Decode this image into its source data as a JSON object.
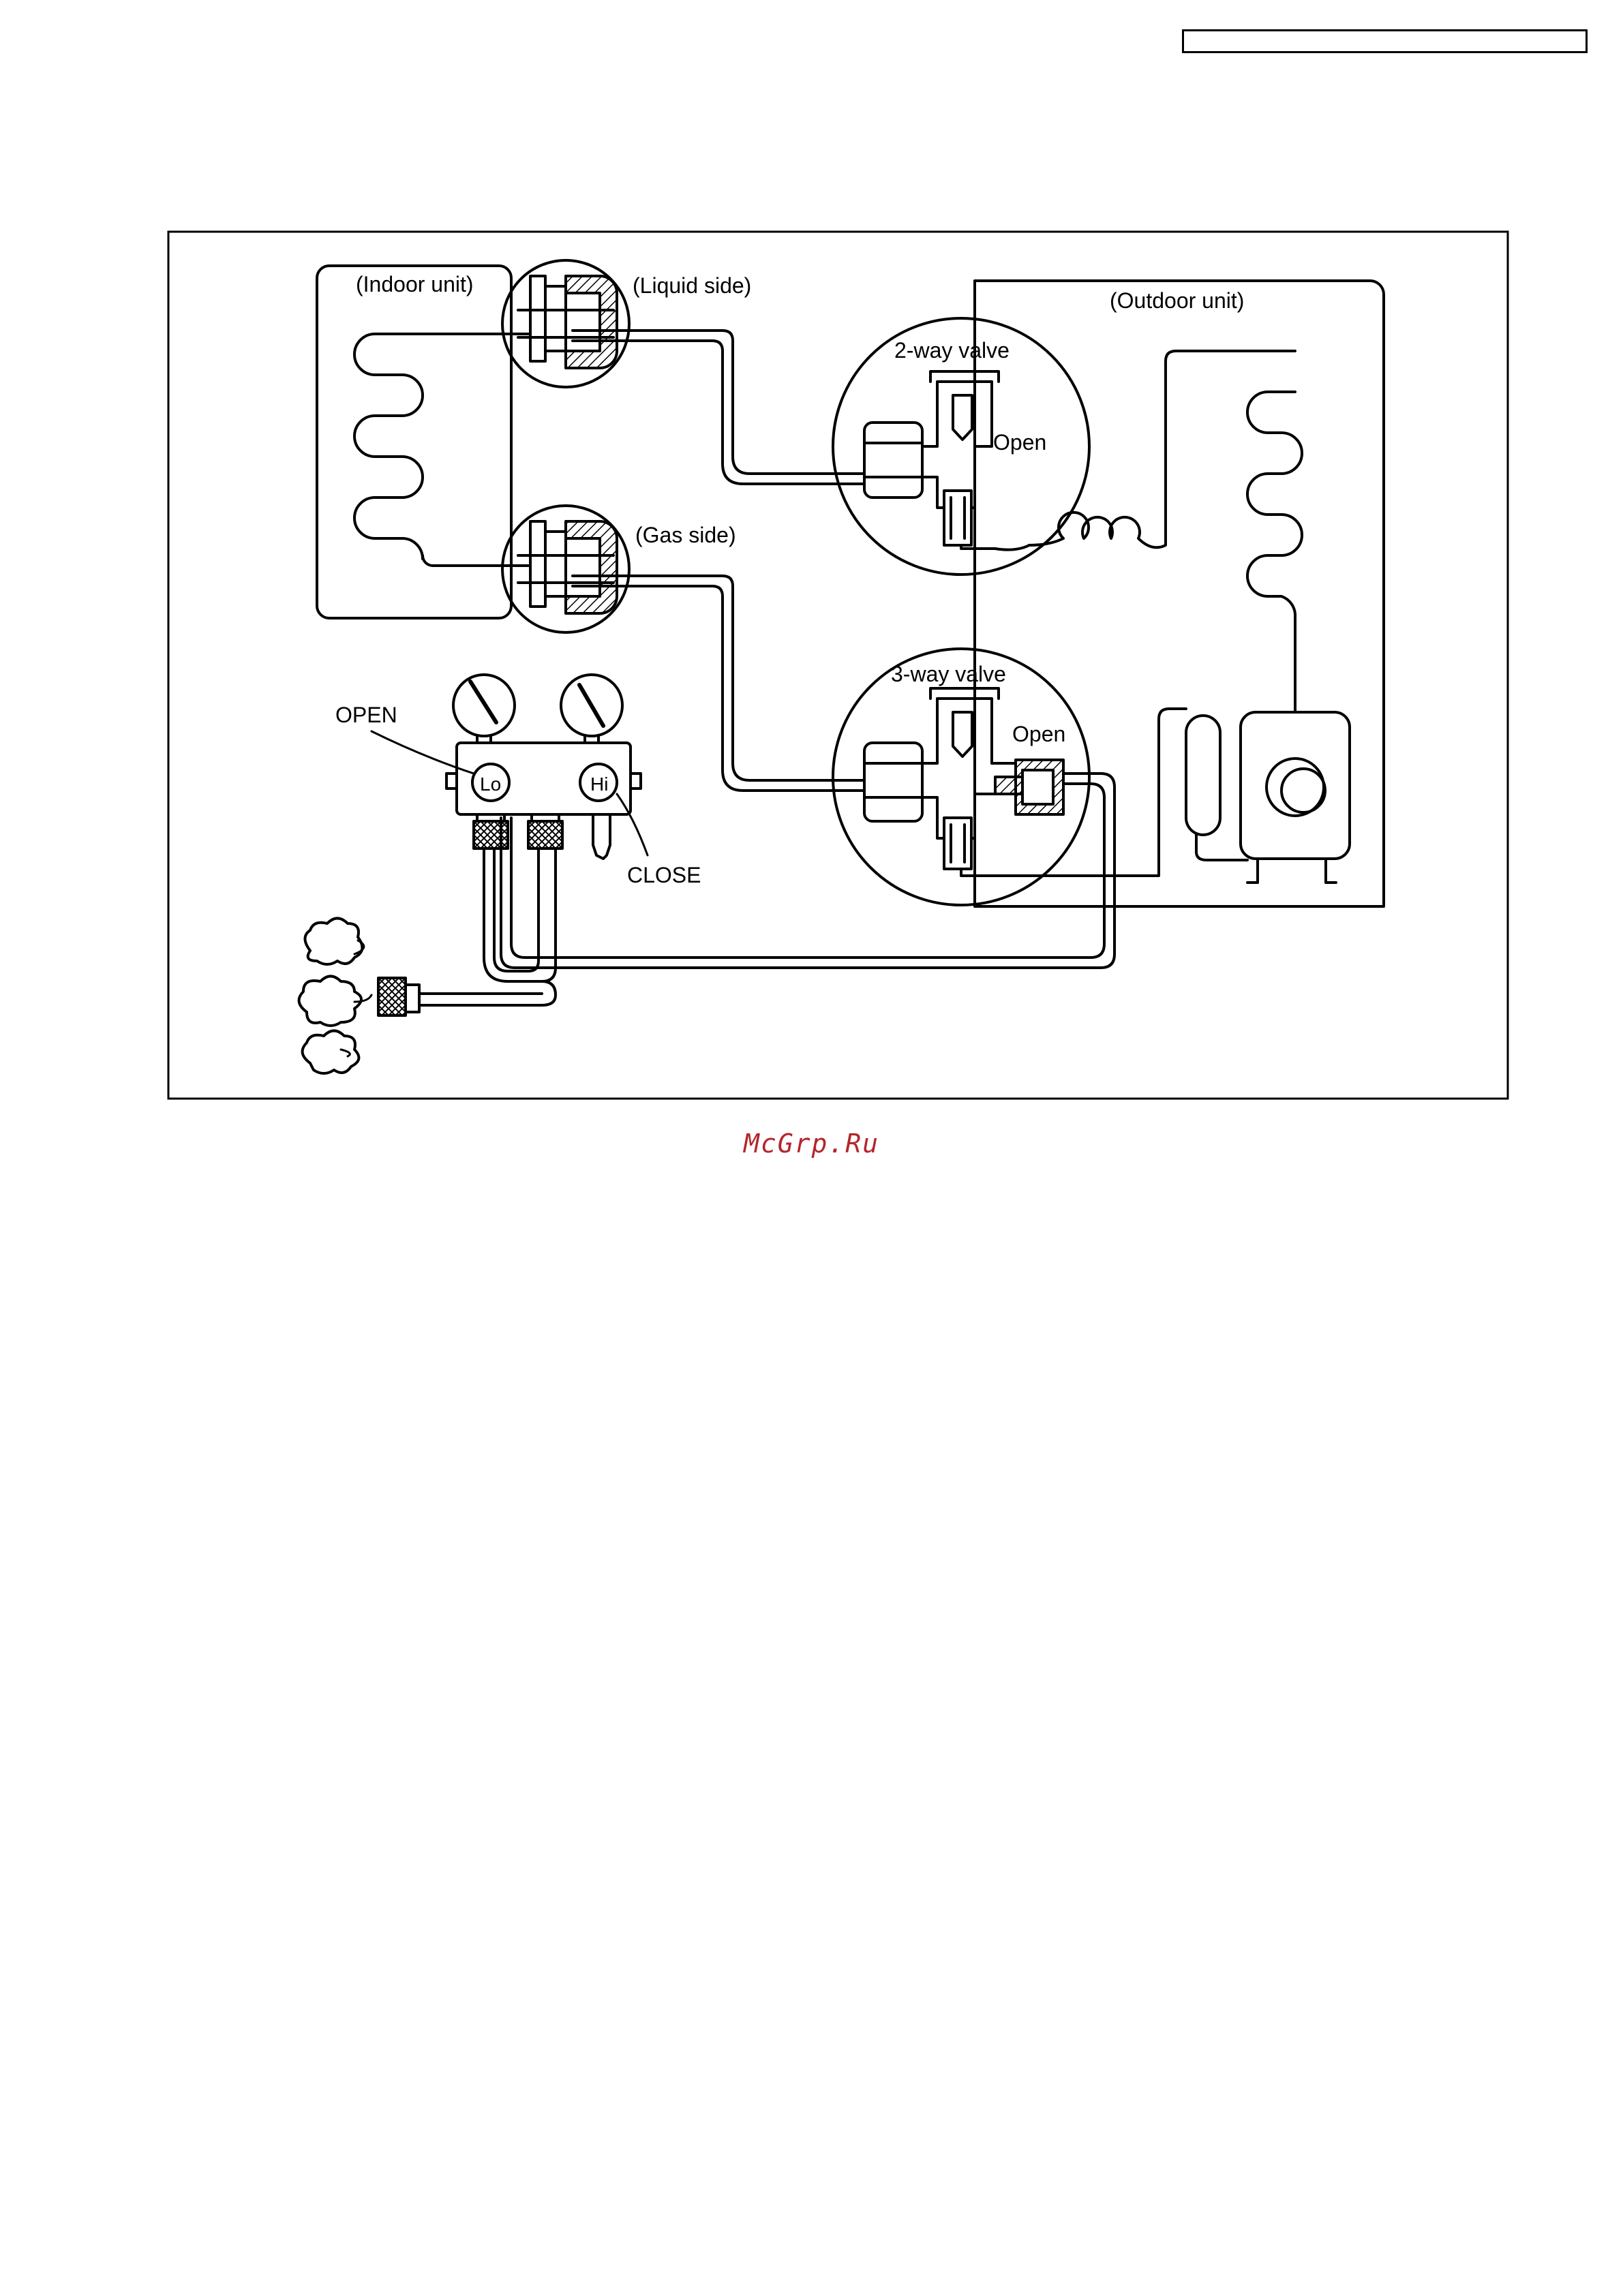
{
  "labels": {
    "indoor_unit": "(Indoor unit)",
    "liquid_side": "(Liquid side)",
    "gas_side": "(Gas side)",
    "outdoor_unit": "(Outdoor unit)",
    "two_way_valve": "2-way valve",
    "two_way_state": "Open",
    "three_way_valve": "3-way valve",
    "three_way_state": "Open",
    "lo_state": "OPEN",
    "hi_state": "CLOSE",
    "lo_knob": "Lo",
    "hi_knob": "Hi"
  },
  "watermark": "McGrp.Ru",
  "colors": {
    "line": "#000000",
    "watermark": "#b3262b"
  }
}
